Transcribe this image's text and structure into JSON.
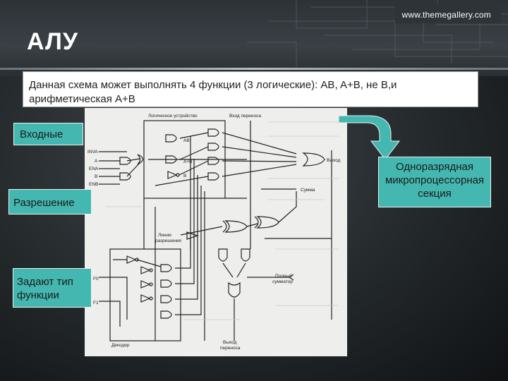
{
  "header": {
    "site_url": "www.themegallery.com",
    "title": "АЛУ"
  },
  "description": {
    "line1": "Данная схема может выполнять 4 функции (3 логические): AB, A+B, не B,и",
    "line2": "арифметическая A+B"
  },
  "callouts": {
    "inputs": "Входные",
    "enable": "Разрешение",
    "func_line1": "Задают тип",
    "func_line2": "функции",
    "section_line1": "Одноразрядная",
    "section_line2": "микропроцессорная",
    "section_line3": "секция"
  },
  "diagram": {
    "logic_unit": "Логическое устройство",
    "carry_in": "Вход переноса",
    "ab": "AB",
    "a_plus_b": "A+B",
    "not_b": "B",
    "inva": "INVA",
    "a": "A",
    "ena": "ENA",
    "b": "B",
    "enb": "ENB",
    "output": "Выход",
    "sum": "Сумма",
    "enable_lines_1": "Линии",
    "enable_lines_2": "разрешения",
    "f0": "F0",
    "f1": "F1",
    "full_adder_1": "Полный",
    "full_adder_2": "сумматор",
    "decoder": "Декодер",
    "carry_out_1": "Выход",
    "carry_out_2": "переноса"
  },
  "colors": {
    "callout": "#44b8b0",
    "arrow": "#44b8b0",
    "background": "#2a2f33"
  }
}
